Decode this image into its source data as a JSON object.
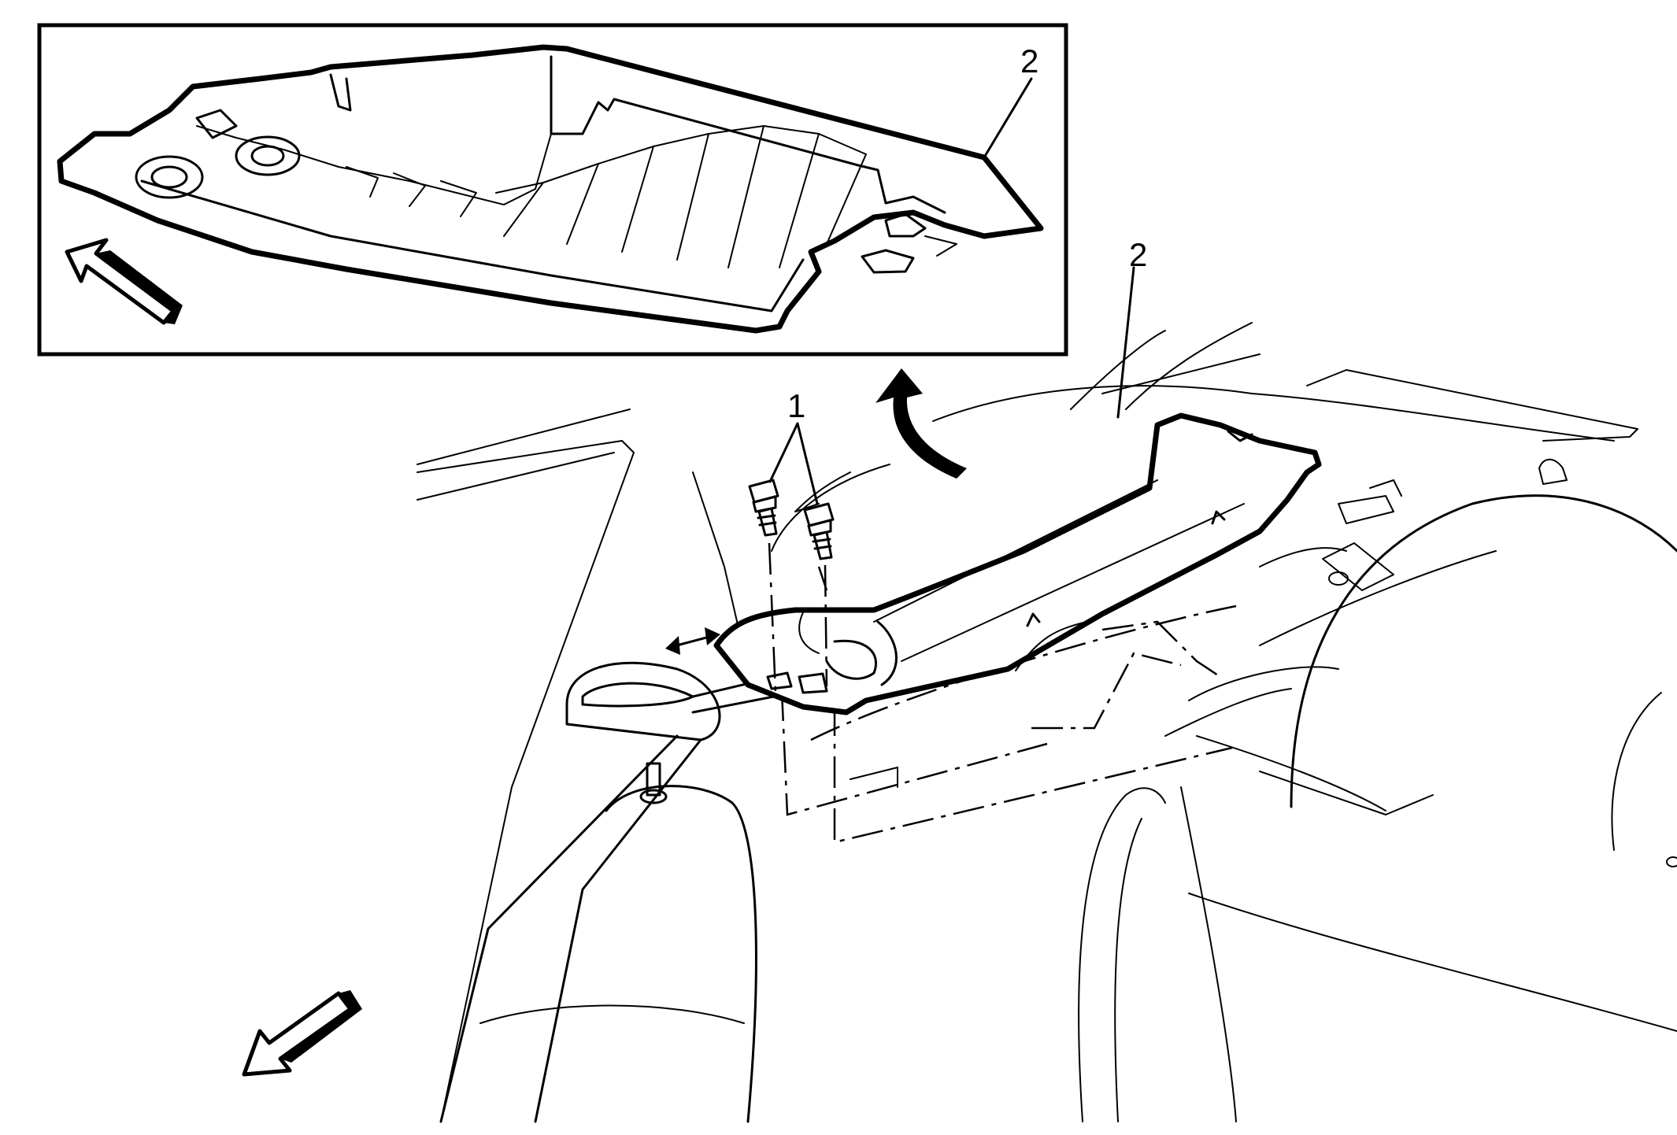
{
  "callouts": {
    "fasteners": "1",
    "trim_panel_inset": "2",
    "trim_panel_main": "2"
  },
  "colors": {
    "line": "#000000",
    "background": "#ffffff"
  },
  "icons": [
    "front-direction-arrow-icon",
    "remove-direction-arrow-icon",
    "slide-direction-arrow-icon"
  ]
}
